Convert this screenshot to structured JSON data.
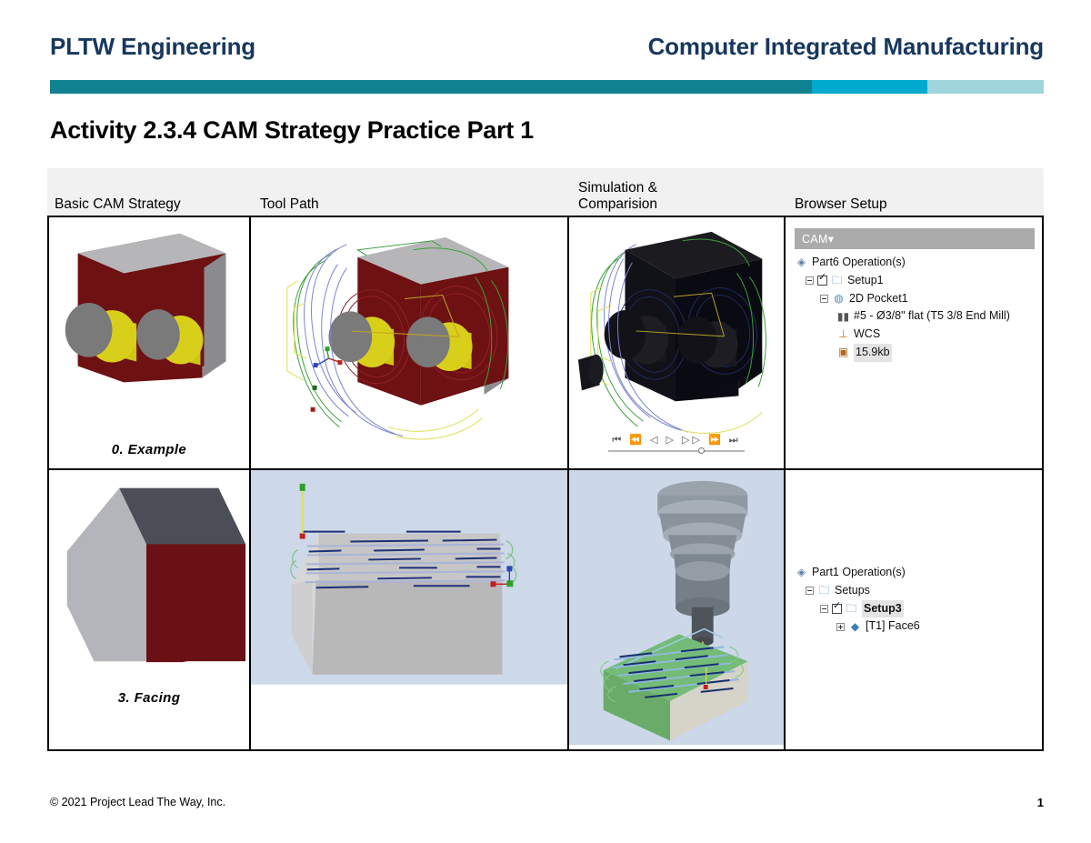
{
  "header": {
    "left_title": "PLTW Engineering",
    "right_title": "Computer Integrated Manufacturing",
    "rule_colors": [
      "#118292",
      "#00AACE",
      "#9FD5DB"
    ]
  },
  "title": "Activity 2.3.4 CAM Strategy Practice Part 1",
  "table": {
    "columns": [
      {
        "label": "Basic CAM Strategy"
      },
      {
        "label": "Tool Path"
      },
      {
        "label_line1": "Simulation &",
        "label_line2": "Comparision"
      },
      {
        "label": "Browser Setup"
      }
    ],
    "rows": [
      {
        "strategy_label": "0. Example",
        "browser": {
          "toolbar_label": "CAM",
          "toolbar_caret": "▾",
          "tree": [
            {
              "depth": 1,
              "icon": "gem-icon",
              "label": "Part6 Operation(s)",
              "expander": false,
              "checkbox": false,
              "selected": false
            },
            {
              "depth": 2,
              "icon": "setup-icon",
              "label": "Setup1",
              "expander": "minus",
              "checkbox": true,
              "selected": false
            },
            {
              "depth": 3,
              "icon": "operation-icon",
              "label": "2D Pocket1",
              "expander": "minus",
              "checkbox": false,
              "selected": false
            },
            {
              "depth": 4,
              "icon": "tool-icon",
              "label": "#5 - Ø3/8\" flat (T5 3/8 End Mill)",
              "expander": false,
              "checkbox": false,
              "selected": false
            },
            {
              "depth": 4,
              "icon": "wcs-icon",
              "label": "WCS",
              "expander": false,
              "checkbox": false,
              "selected": false
            },
            {
              "depth": 4,
              "icon": "nc-file-icon",
              "label": "15.9kb",
              "expander": false,
              "checkbox": false,
              "selected": true
            }
          ]
        }
      },
      {
        "strategy_label": "3. Facing",
        "browser": {
          "tree": [
            {
              "depth": 1,
              "icon": "gem-icon",
              "label": "Part1 Operation(s)",
              "expander": false,
              "checkbox": false,
              "selected": false
            },
            {
              "depth": 2,
              "icon": "folder-icon",
              "label": "Setups",
              "expander": "minus",
              "checkbox": false,
              "selected": false
            },
            {
              "depth": 3,
              "icon": "folder-icon",
              "label": "Setup3",
              "expander": "minus",
              "checkbox": true,
              "selected": true
            },
            {
              "depth": 4,
              "icon": "disc-icon",
              "label": "[T1] Face6",
              "expander": "plus",
              "checkbox": false,
              "selected": false
            }
          ]
        }
      }
    ]
  },
  "media_controls": {
    "buttons": [
      "skip-to-start",
      "step-back-fast",
      "step-back",
      "play",
      "step-forward",
      "step-forward-fast",
      "skip-to-end"
    ],
    "glyphs": "⏮ ⏪ ◁ ▷ ▷▷ ⏩ ⏭"
  },
  "footer": {
    "copyright": "© 2021 Project Lead The Way, Inc.",
    "page_number": "1"
  }
}
